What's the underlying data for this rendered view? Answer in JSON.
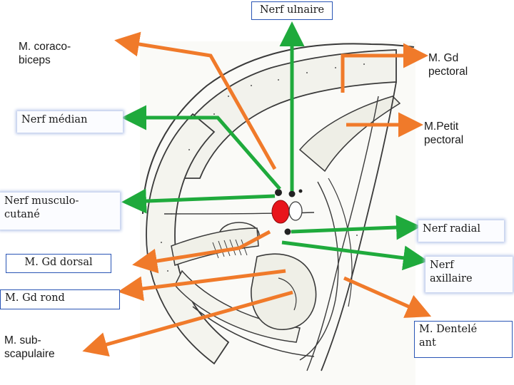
{
  "labels": {
    "nerf_ulnaire": "Nerf ulnaire",
    "coraco_biceps": "M. coraco-\nbiceps",
    "gd_pectoral": "M. Gd\npectoral",
    "nerf_median": "Nerf médian",
    "petit_pectoral": "M.Petit\npectoral",
    "musculo_cutane": "Nerf musculo-\ncutané",
    "nerf_radial": "Nerf radial",
    "gd_dorsal": "M. Gd dorsal",
    "nerf_axillaire": "Nerf\naxillaire",
    "gd_rond": "M. Gd rond",
    "sub_scapulaire": "M. sub-\nscapulaire",
    "dentele_ant": "M. Dentelé\nant"
  },
  "colors": {
    "orange_arrow": "#f07a2a",
    "green_arrow": "#1faa3c",
    "box_border": "#2a55b5",
    "artery": "#e8151b",
    "sketch_line": "#3a3a3a"
  }
}
